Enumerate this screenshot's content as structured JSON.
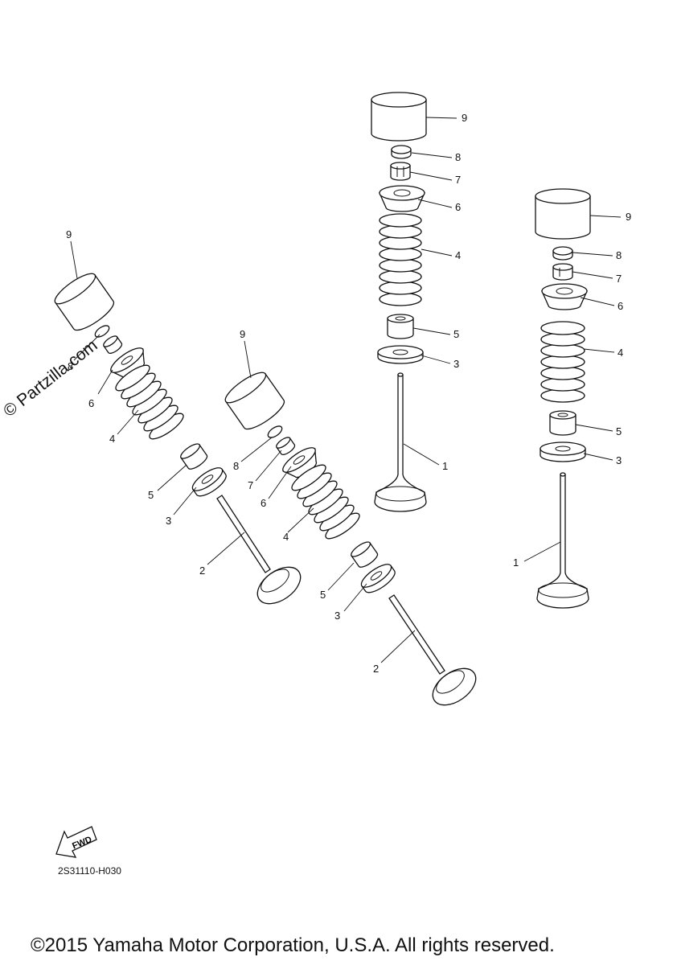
{
  "watermark": "© Partzilla.com",
  "diagram_code": "2S31110-H030",
  "copyright": "©2015 Yamaha Motor Corporation, U.S.A. All rights reserved.",
  "fwd_label": "FWD",
  "part_numbers": {
    "valve_intake": "1",
    "valve_exhaust": "2",
    "spring_seat": "3",
    "valve_spring": "4",
    "stem_seal": "5",
    "retainer": "6",
    "cotter": "7",
    "pad": "8",
    "lifter": "9"
  }
}
